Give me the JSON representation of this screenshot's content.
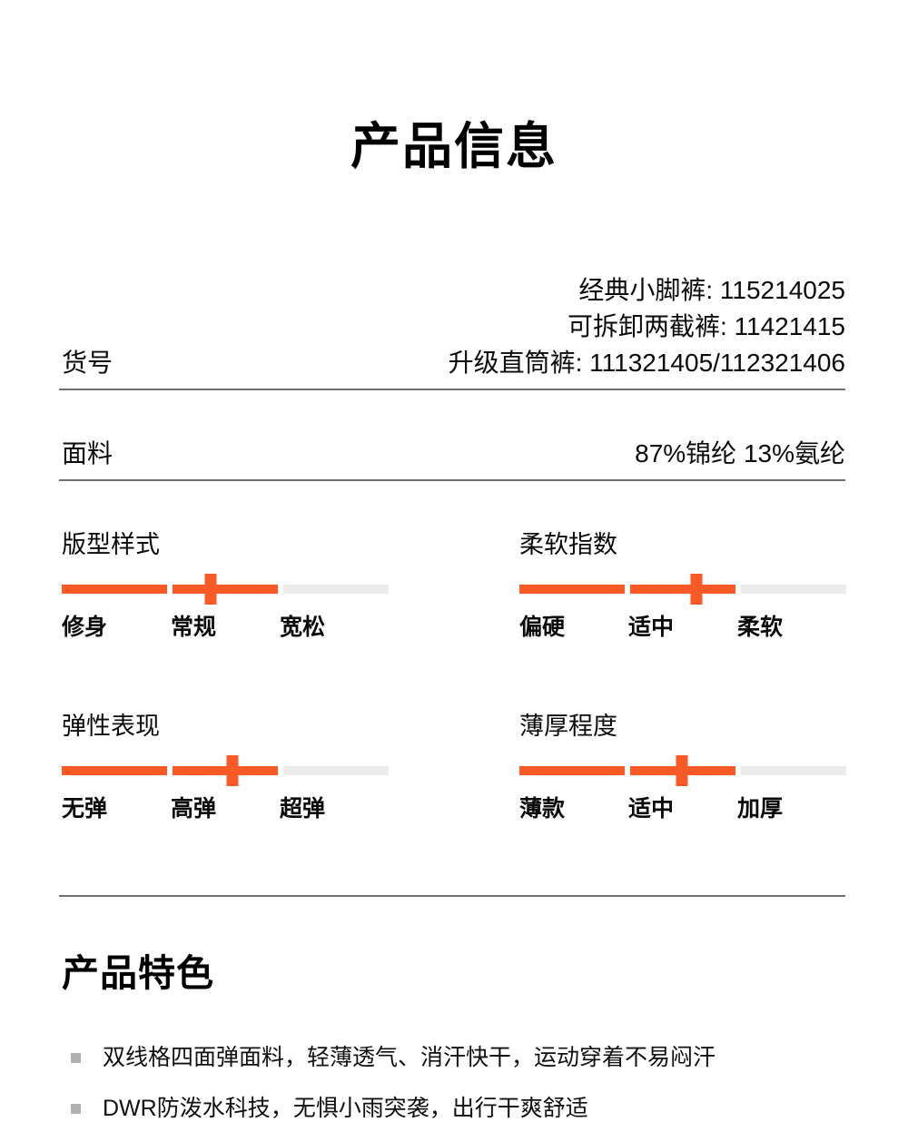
{
  "page": {
    "title": "产品信息"
  },
  "specs": [
    {
      "label": "货号",
      "values": [
        "经典小脚裤: 115214025",
        "可拆卸两截裤: 11421415",
        "升级直筒裤: 111321405/112321406"
      ]
    },
    {
      "label": "面料",
      "values": [
        "87%锦纶 13%氨纶"
      ]
    }
  ],
  "sliders": [
    {
      "title": "版型样式",
      "labels": [
        "修身",
        "常规",
        "宽松"
      ],
      "marker_percent": 45.5,
      "filled_segments": 2
    },
    {
      "title": "柔软指数",
      "labels": [
        "偏硬",
        "适中",
        "柔软"
      ],
      "marker_percent": 54.3,
      "filled_segments": 2
    },
    {
      "title": "弹性表现",
      "labels": [
        "无弹",
        "高弹",
        "超弹"
      ],
      "marker_percent": 52.1,
      "filled_segments": 2
    },
    {
      "title": "薄厚程度",
      "labels": [
        "薄款",
        "适中",
        "加厚"
      ],
      "marker_percent": 49.6,
      "filled_segments": 2
    }
  ],
  "features": {
    "heading": "产品特色",
    "items": [
      "双线格四面弹面料，轻薄透气、消汗快干，运动穿着不易闷汗",
      "DWR防泼水科技，无惧小雨突袭，出行干爽舒适"
    ]
  },
  "colors": {
    "accent": "#fa5a26",
    "track_gray": "#ececec",
    "divider": "#6f6f6f",
    "bullet": "#b0b0b0"
  }
}
